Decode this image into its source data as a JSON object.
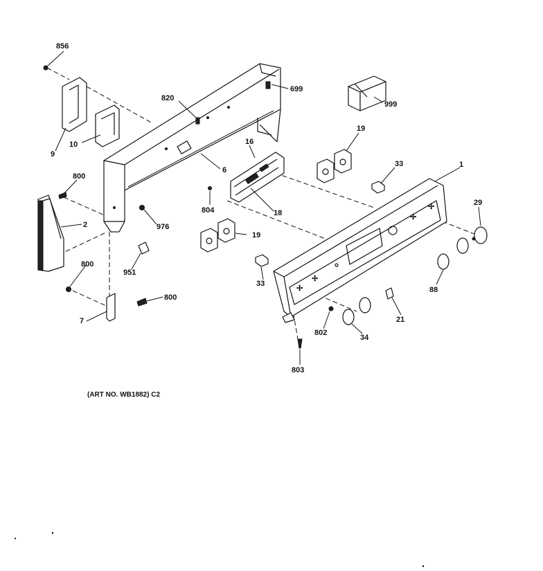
{
  "caption": "(ART NO. WB1882) C2",
  "labels": {
    "p856": "856",
    "p699": "699",
    "p820": "820",
    "p999": "999",
    "p9": "9",
    "p10": "10",
    "p6": "6",
    "p16": "16",
    "p19a": "19",
    "p33a": "33",
    "p1": "1",
    "p800a": "800",
    "p804": "804",
    "p18": "18",
    "p29": "29",
    "p2": "2",
    "p976": "976",
    "p19b": "19",
    "p951": "951",
    "p33b": "33",
    "p800b": "800",
    "p88": "88",
    "p800c": "800",
    "p21": "21",
    "p7": "7",
    "p802": "802",
    "p34": "34",
    "p803": "803"
  }
}
